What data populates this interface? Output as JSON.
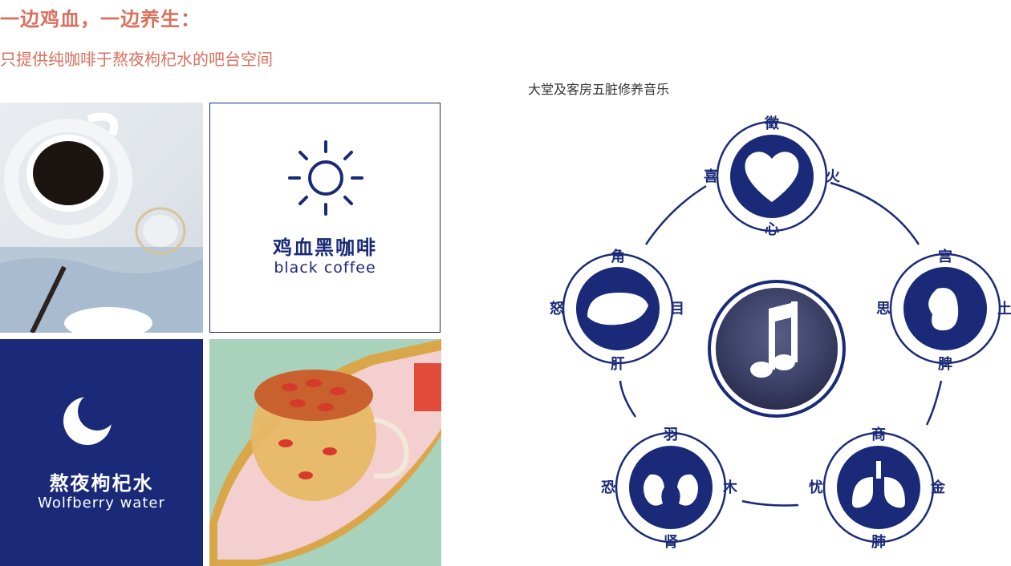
{
  "header": {
    "title": "一边鸡血，一边养生：",
    "subtitle": "只提供纯咖啡于熬夜枸杞水的吧台空间"
  },
  "tiles": {
    "black_coffee": {
      "cn": "鸡血黑咖啡",
      "en": "black coffee"
    },
    "wolfberry": {
      "cn": "熬夜枸杞水",
      "en": "Wolfberry water"
    }
  },
  "diagram": {
    "title": "大堂及客房五脏修养音乐",
    "nodes": {
      "heart": {
        "organ": "心",
        "tone": "徵",
        "emotion": "喜",
        "element": "火"
      },
      "spleen": {
        "organ": "脾",
        "tone": "宫",
        "emotion": "思",
        "element": "土"
      },
      "lung": {
        "organ": "肺",
        "tone": "商",
        "emotion": "忧",
        "element": "金"
      },
      "kidney": {
        "organ": "肾",
        "tone": "羽",
        "emotion": "恐",
        "element": "木"
      },
      "liver": {
        "organ": "肝",
        "tone": "角",
        "emotion": "怒",
        "element": "目"
      }
    }
  },
  "colors": {
    "accent": "#d9705e",
    "brand": "#1a2a78"
  }
}
